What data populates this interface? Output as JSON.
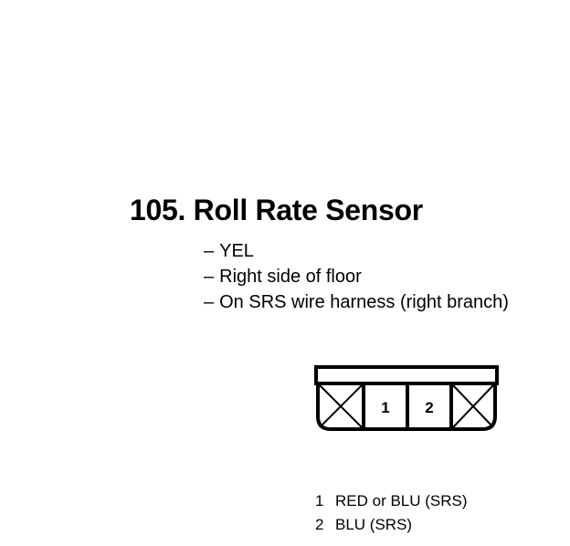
{
  "title": "105. Roll Rate Sensor",
  "notes": [
    "YEL",
    "Right side of floor",
    "On SRS wire harness (right branch)"
  ],
  "note_dash": "–",
  "connector": {
    "cavities": [
      {
        "type": "empty"
      },
      {
        "type": "pin",
        "label": "1"
      },
      {
        "type": "pin",
        "label": "2"
      },
      {
        "type": "empty"
      }
    ]
  },
  "pins": [
    {
      "num": "1",
      "desc": "RED or BLU (SRS)"
    },
    {
      "num": "2",
      "desc": "BLU (SRS)"
    }
  ]
}
